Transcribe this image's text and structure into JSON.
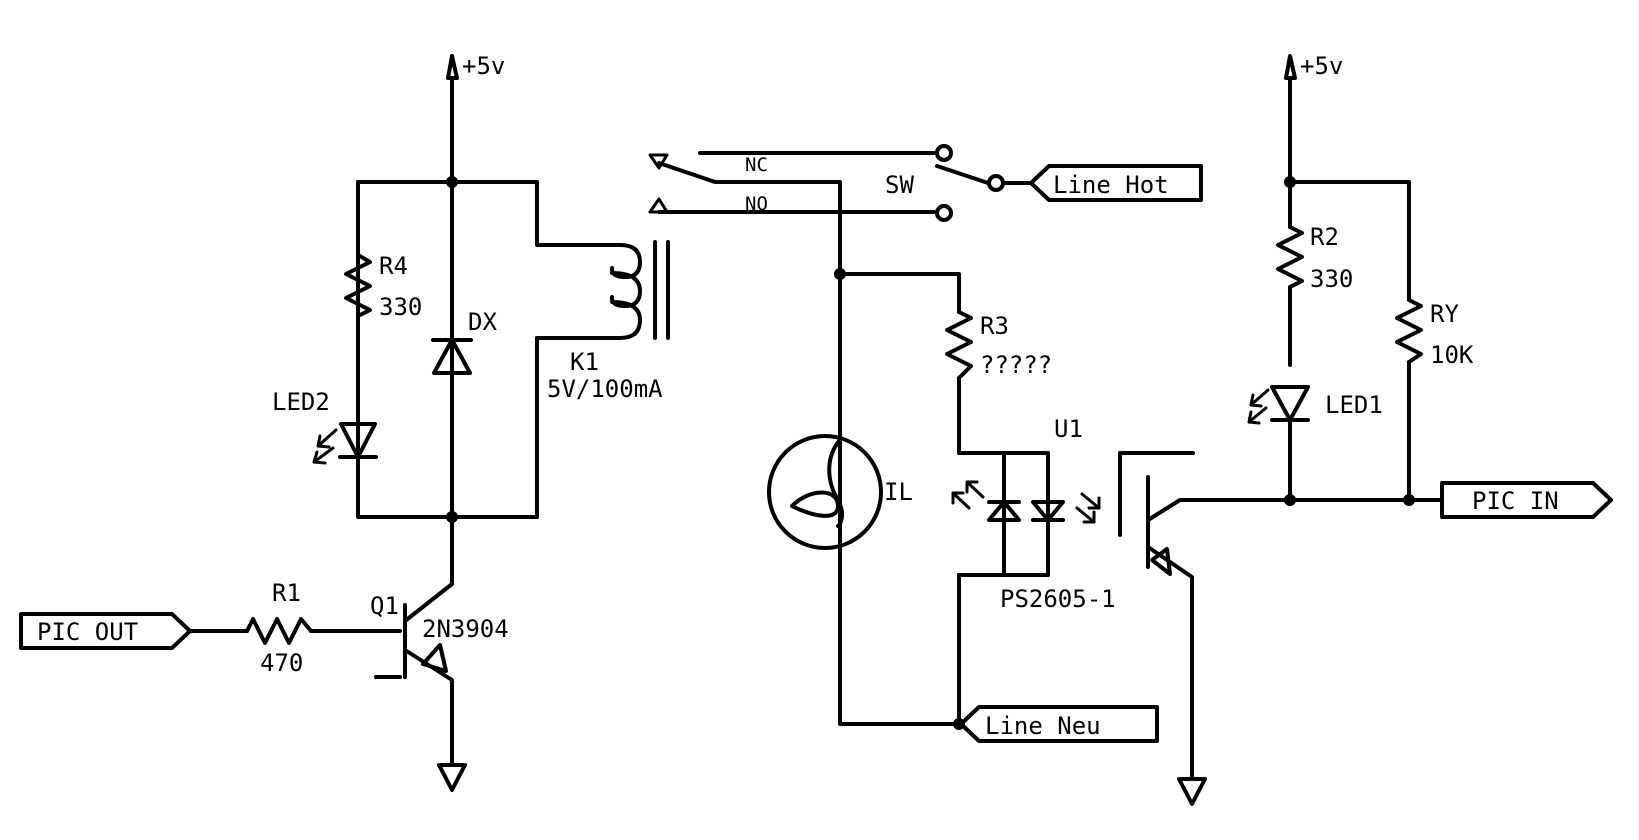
{
  "supply": {
    "left": "+5v",
    "right": "+5v"
  },
  "components": {
    "r1": {
      "name": "R1",
      "value": "470"
    },
    "r2": {
      "name": "R2",
      "value": "330"
    },
    "r3": {
      "name": "R3",
      "value": "?????"
    },
    "r4": {
      "name": "R4",
      "value": "330"
    },
    "ry": {
      "name": "RY",
      "value": "10K"
    },
    "dx": {
      "name": "DX"
    },
    "led1": {
      "name": "LED1"
    },
    "led2": {
      "name": "LED2"
    },
    "q1": {
      "name": "Q1",
      "part": "2N3904"
    },
    "k1": {
      "name": "K1",
      "rating": "5V/100mA"
    },
    "u1": {
      "name": "U1",
      "part": "PS2605-1"
    },
    "il": {
      "name": "IL"
    },
    "sw": {
      "name": "SW"
    }
  },
  "contacts": {
    "nc": "NC",
    "no": "NO"
  },
  "ports": {
    "pic_out": "PIC OUT",
    "pic_in": "PIC IN",
    "line_hot": "Line Hot",
    "line_neu": "Line Neu"
  }
}
